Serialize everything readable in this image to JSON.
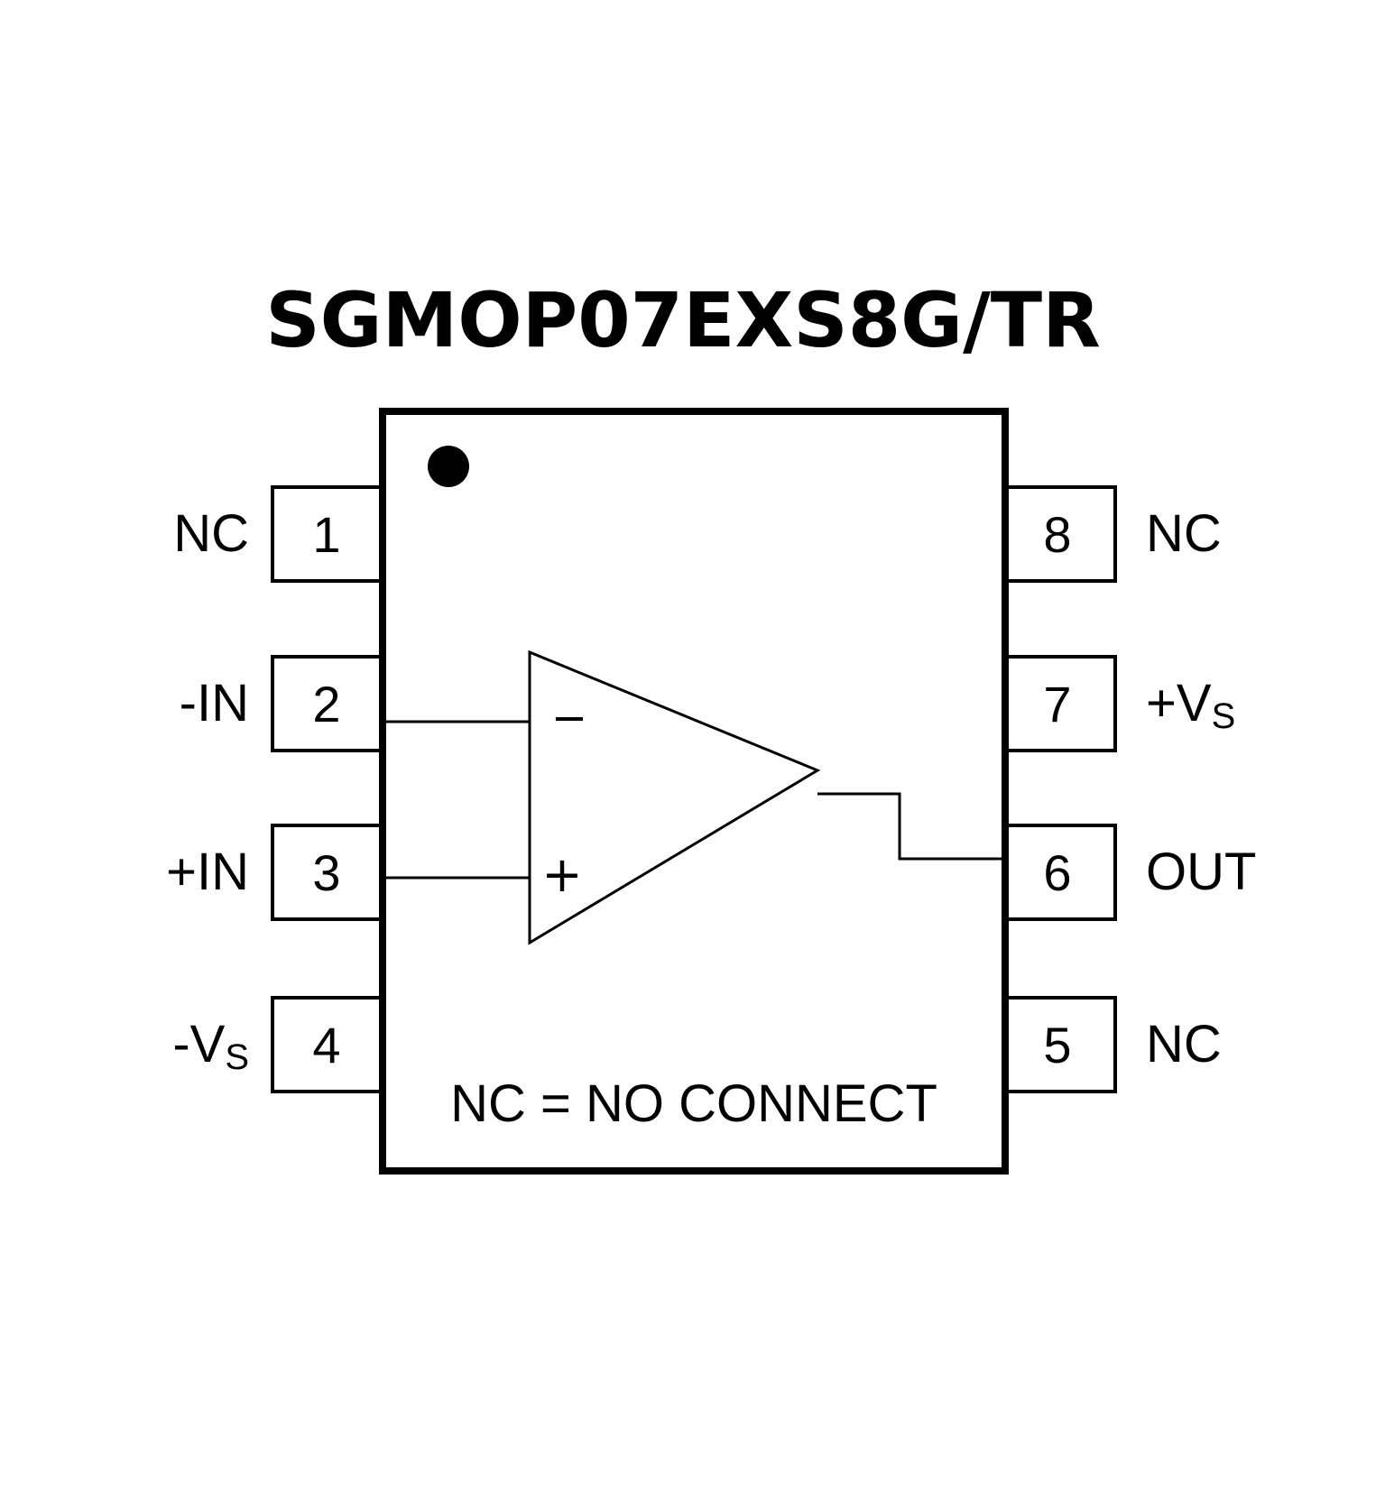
{
  "title": "SGMOP07EXS8G/TR",
  "note": "NC = NO CONNECT",
  "opamp": {
    "inverting_symbol": "−",
    "noninverting_symbol": "+"
  },
  "pins": {
    "left": [
      {
        "number": "1",
        "name": "NC",
        "sub": ""
      },
      {
        "number": "2",
        "name": "-IN",
        "sub": ""
      },
      {
        "number": "3",
        "name": "+IN",
        "sub": ""
      },
      {
        "number": "4",
        "name": "-V",
        "sub": "S"
      }
    ],
    "right": [
      {
        "number": "8",
        "name": "NC",
        "sub": ""
      },
      {
        "number": "7",
        "name": "+V",
        "sub": "S"
      },
      {
        "number": "6",
        "name": "OUT",
        "sub": ""
      },
      {
        "number": "5",
        "name": "NC",
        "sub": ""
      }
    ]
  },
  "colors": {
    "ink": "#000000",
    "background": "#ffffff"
  }
}
